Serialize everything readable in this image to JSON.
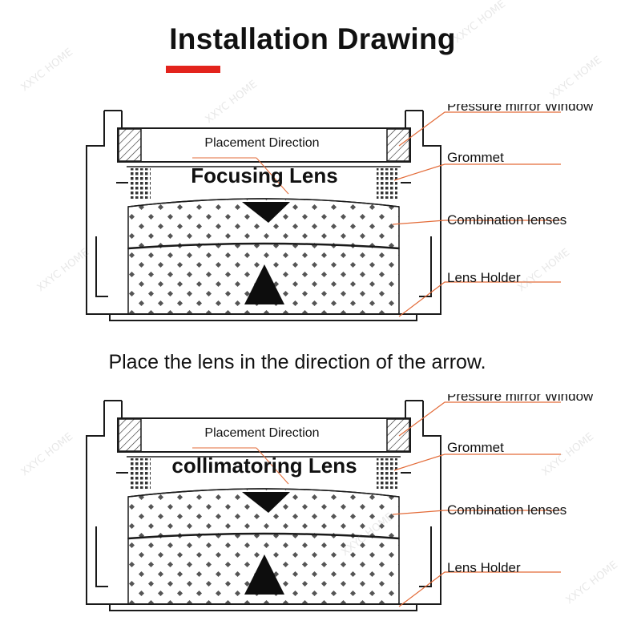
{
  "title": "Installation Drawing",
  "caption": "Place the lens in the direction of the arrow.",
  "watermark": "XXYC HOME",
  "colors": {
    "accent": "#e3231c",
    "outline": "#1a1a1a",
    "leader": "#e36b38"
  },
  "diagrams": [
    {
      "lens_label": "Focusing Lens",
      "placement_label": "Placement Direction",
      "callouts": [
        "Pressure mirror Window",
        "Grommet",
        "Combination lenses",
        "Lens Holder"
      ]
    },
    {
      "lens_label": "collimatoring Lens",
      "placement_label": "Placement Direction",
      "callouts": [
        "Pressure mirror Window",
        "Grommet",
        "Combination lenses",
        "Lens Holder"
      ]
    }
  ]
}
